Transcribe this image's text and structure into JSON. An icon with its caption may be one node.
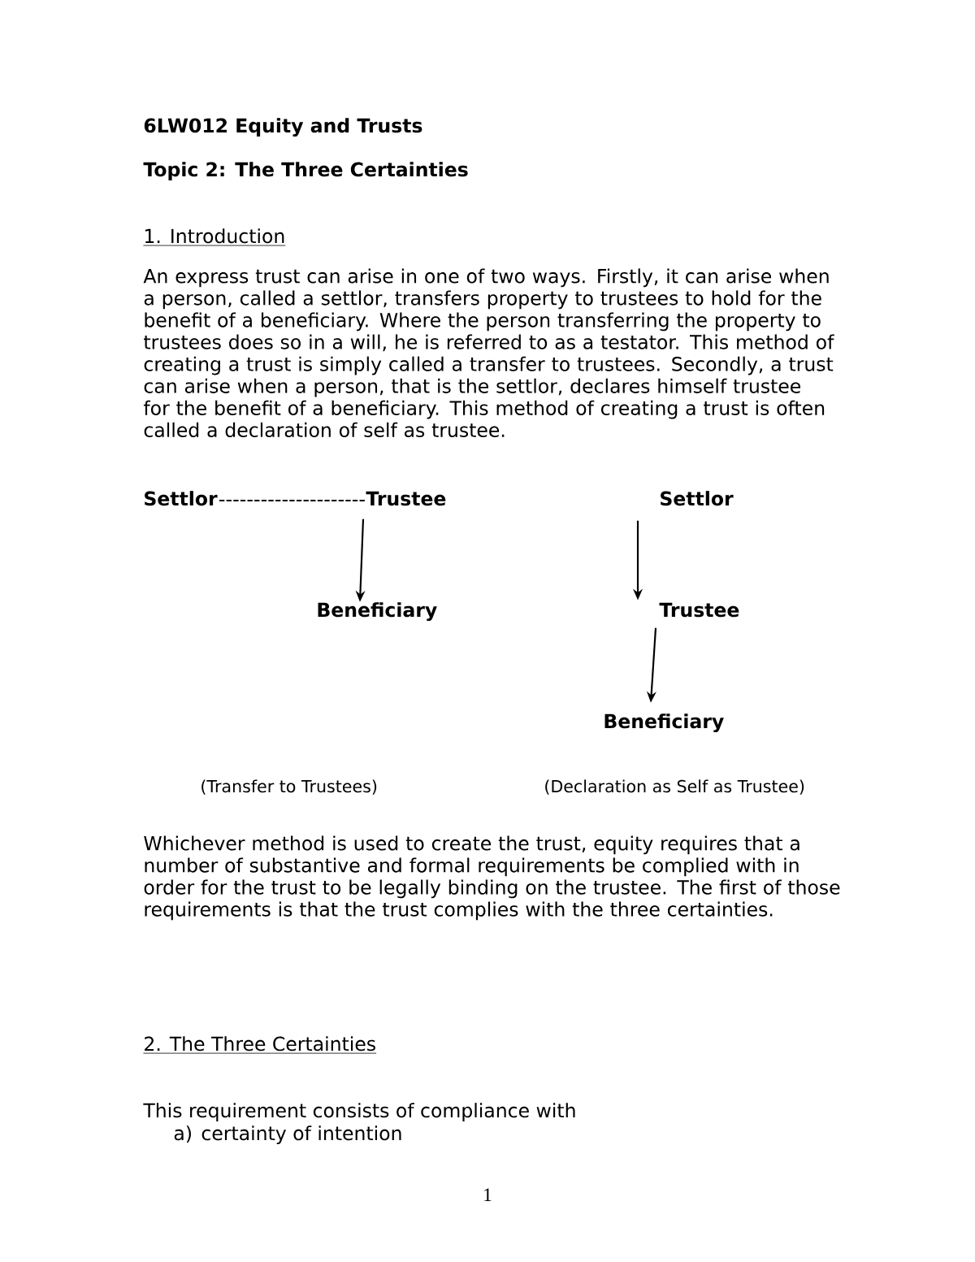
{
  "diagram": {
    "title": "6LW012 Equity and Trusts",
    "nodes": [
      {
        "text": [
          "Settlor"
        ]
      },
      {
        "text": [
          "Trustee"
        ]
      },
      {
        "text": [
          "Beneficiary"
        ]
      },
      {
        "text": [
          "Settlor"
        ]
      },
      {
        "text": [
          "Trustee"
        ]
      },
      {
        "text": [
          "Beneficiary"
        ]
      }
    ],
    "edges": [
      {
        "from": 0,
        "to": 1,
        "arrow": "none",
        "style": "dashed"
      },
      {
        "from": 1,
        "to": 2,
        "arrow": "to"
      },
      {
        "from": 3,
        "to": 4,
        "arrow": "to"
      },
      {
        "from": 4,
        "to": 5,
        "arrow": "to"
      }
    ],
    "labels": [
      "Topic 2: The Three Certainties",
      "1. Introduction",
      "An express trust can arise in one of two ways. Firstly, it can arise when a person, called a settlor, transfers property to trustees to hold for the benefit of a beneficiary. Where the person transferring the property to trustees does so in a will, he is referred to as a testator. This method of creating a trust is simply called a transfer to trustees. Secondly, a trust can arise when a person, that is the settlor, declares himself trustee for the benefit of a beneficiary. This method of creating a trust is often called a declaration of self as trustee.",
      "(Transfer to Trustees)",
      "(Declaration as Self as Trustee)",
      "Whichever method is used to create the trust, equity requires that a number of substantive and formal requirements be complied with in order for the trust to be legally binding on the trustee. The first of those requirements is that the trust complies with the three certainties.",
      "2. The Three Certainties",
      "This requirement consists of compliance with",
      "a)",
      "certainty of intention",
      "1"
    ]
  }
}
